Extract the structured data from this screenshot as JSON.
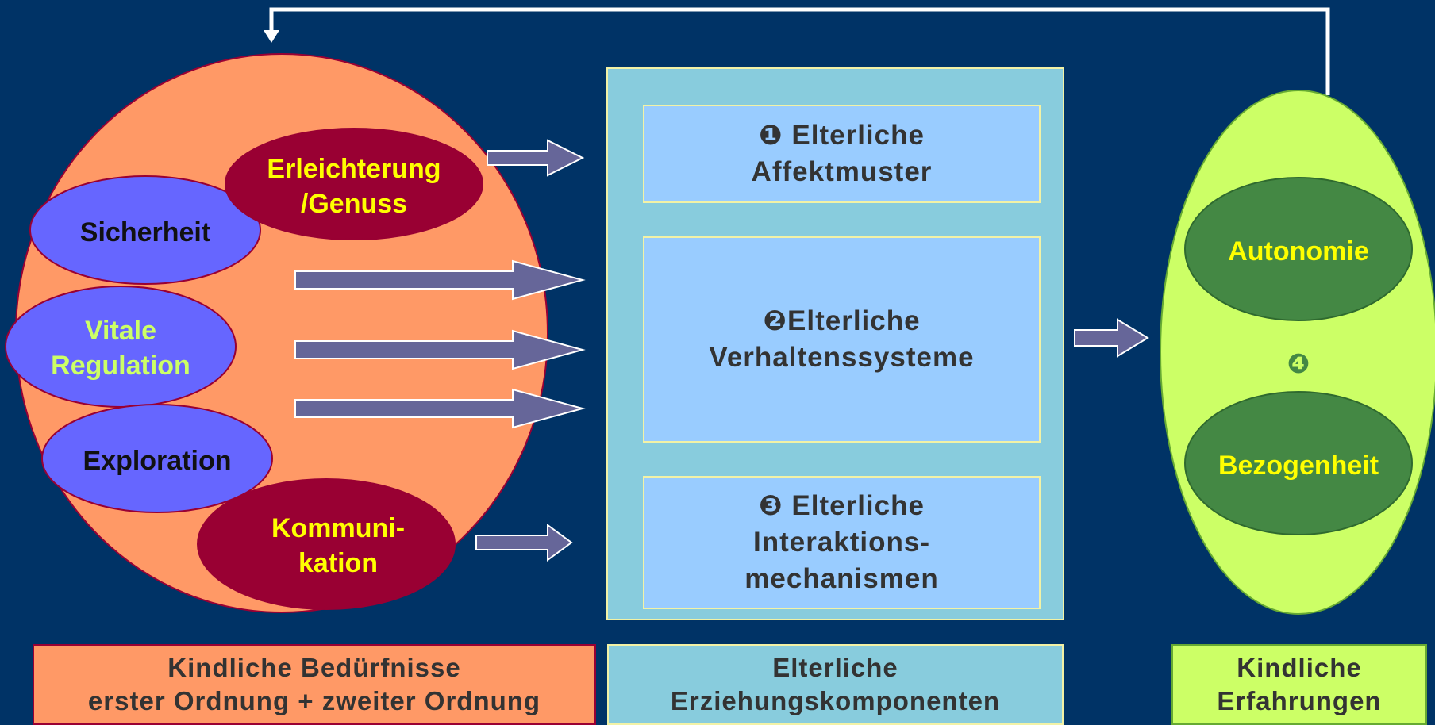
{
  "needs": {
    "sicherheit": "Sicherheit",
    "vitale_line1": "Vitale",
    "vitale_line2": "Regulation",
    "exploration": "Exploration",
    "erleichterung_line1": "Erleichterung",
    "erleichterung_line2": "/Genuss",
    "kommunikation_line1": "Kommuni-",
    "kommunikation_line2": "kation"
  },
  "components": {
    "affekt_line1": "❶ Elterliche",
    "affekt_line2": "Affektmuster",
    "verhalten_line1": "❷Elterliche",
    "verhalten_line2": "Verhaltenssysteme",
    "interaktion_line1": "❸ Elterliche",
    "interaktion_line2": "Interaktions-",
    "interaktion_line3": "mechanismen"
  },
  "experiences": {
    "autonomie": "Autonomie",
    "marker": "❹",
    "bezogenheit": "Bezogenheit"
  },
  "footer": {
    "needs_line1": "Kindliche Bedürfnisse",
    "needs_line2": "erster Ordnung + zweiter Ordnung",
    "components_line1": "Elterliche",
    "components_line2": "Erziehungskomponenten",
    "experiences_line1": "Kindliche",
    "experiences_line2": "Erfahrungen"
  },
  "colors": {
    "background": "#003366",
    "needs_circle": "#ff9966",
    "basic_need": "#6666ff",
    "higher_need": "#990033",
    "components_panel": "#88ccdd",
    "component_box": "#99ccff",
    "experiences_ellipse": "#ccff66",
    "experience_item": "#448844",
    "arrow": "#666699",
    "highlight_text": "#ffff00"
  }
}
